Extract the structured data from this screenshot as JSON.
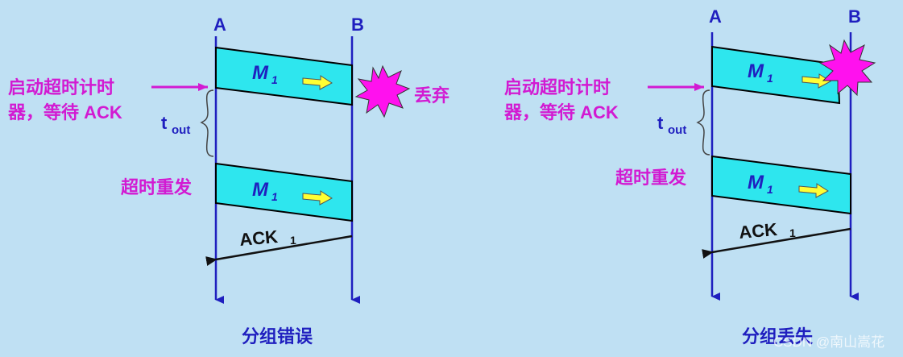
{
  "left_panel": {
    "node_a": "A",
    "node_b": "B",
    "start_timer_line1": "启动超时计时",
    "start_timer_line2": "器，等待 ACK",
    "tout_main": "t",
    "tout_sub": "out",
    "message1": "M",
    "message1_sub": "1",
    "discard": "丢弃",
    "retransmit": "超时重发",
    "message2": "M",
    "message2_sub": "1",
    "ack": "ACK",
    "ack_sub": "1",
    "caption": "分组错误"
  },
  "right_panel": {
    "node_a": "A",
    "node_b": "B",
    "start_timer_line1": "启动超时计时",
    "start_timer_line2": "器，等待 ACK",
    "tout_main": "t",
    "tout_sub": "out",
    "message1": "M",
    "message1_sub": "1",
    "retransmit": "超时重发",
    "message2": "M",
    "message2_sub": "1",
    "ack": "ACK",
    "ack_sub": "1",
    "caption": "分组丢失"
  },
  "watermark": "CSDN @南山嵩花",
  "colors": {
    "background": "#bfe0f3",
    "timeline": "#1f1fbf",
    "packet_fill": "#2ee6ee",
    "burst_fill": "#ff11ee",
    "arrow_yellow": "#ffff33",
    "label_pink": "#d21ad2"
  }
}
